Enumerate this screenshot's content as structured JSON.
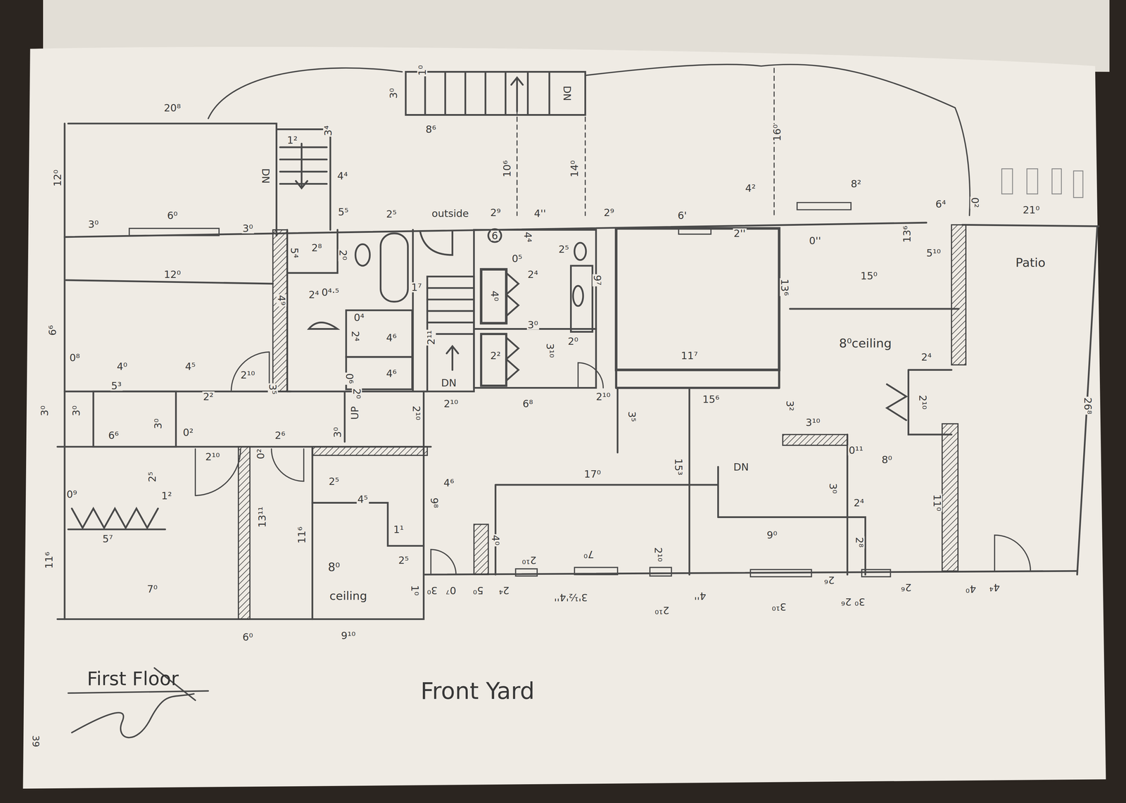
{
  "diagram": {
    "title": "First Floor",
    "labels": [
      "20⁸",
      "12⁰",
      "3⁰",
      "6⁰",
      "3⁰",
      "1²",
      "3⁴",
      "DN",
      "4⁴",
      "5⁵",
      "8⁶",
      "3⁰",
      "1⁰",
      "DN",
      "10⁶",
      "14⁰",
      "16⁰",
      "outside",
      "2⁵",
      "2⁹",
      "4''",
      "2⁹",
      "6'",
      "4²",
      "2''",
      "8²",
      "0''",
      "6⁴",
      "0²",
      "21⁰",
      "13⁶",
      "12⁰",
      "6⁶",
      "5⁴",
      "2⁸",
      "2⁰",
      "4⁹",
      "2⁴",
      "0⁴·⁵",
      "1⁷",
      "2¹¹",
      "DN",
      "0⁴",
      "2⁴",
      "4⁶",
      "4⁶",
      "0⁶",
      "2⁰",
      "UP",
      "2¹⁰",
      "2¹⁰",
      "6",
      "4⁴",
      "2⁵",
      "9⁷",
      "0⁵",
      "2⁴",
      "4⁰",
      "3⁰",
      "2²",
      "3¹⁰",
      "2⁰",
      "6⁸",
      "2¹⁰",
      "11⁷",
      "15⁶",
      "13⁶",
      "15⁰",
      "5¹⁰",
      "8⁰ceiling",
      "Patio",
      "26⁸",
      "2⁴",
      "2¹⁰",
      "3²",
      "3¹⁰",
      "0¹¹",
      "8⁰",
      "11⁰",
      "3⁰",
      "2⁴",
      "2⁸",
      "9⁰",
      "DN",
      "3⁵",
      "15³",
      "17⁰",
      "4⁶",
      "9⁸",
      "0⁸",
      "4⁰",
      "4⁵",
      "5³",
      "2¹⁰",
      "3⁵",
      "2²",
      "3⁰",
      "3⁰",
      "3⁰",
      "6⁶",
      "0²",
      "2¹⁰",
      "2⁶",
      "0²",
      "3⁰",
      "0⁹",
      "2⁵",
      "1²",
      "5⁷",
      "11⁶",
      "13¹¹",
      "11⁶",
      "7⁰",
      "2⁵",
      "4⁵",
      "1¹",
      "2⁵",
      "8⁰",
      "ceiling",
      "1⁰",
      "6⁰",
      "9¹⁰",
      "3⁰",
      "0⁷",
      "5⁰",
      "2⁴",
      "2¹⁰",
      "3'½'4''",
      "7⁰",
      "2¹⁰",
      "2¹⁰",
      "4''",
      "3¹⁰",
      "2⁶",
      "3⁰ 2⁶",
      "2⁶",
      "4⁰",
      "4⁴",
      "4⁰",
      "Front Yard",
      "39"
    ]
  }
}
